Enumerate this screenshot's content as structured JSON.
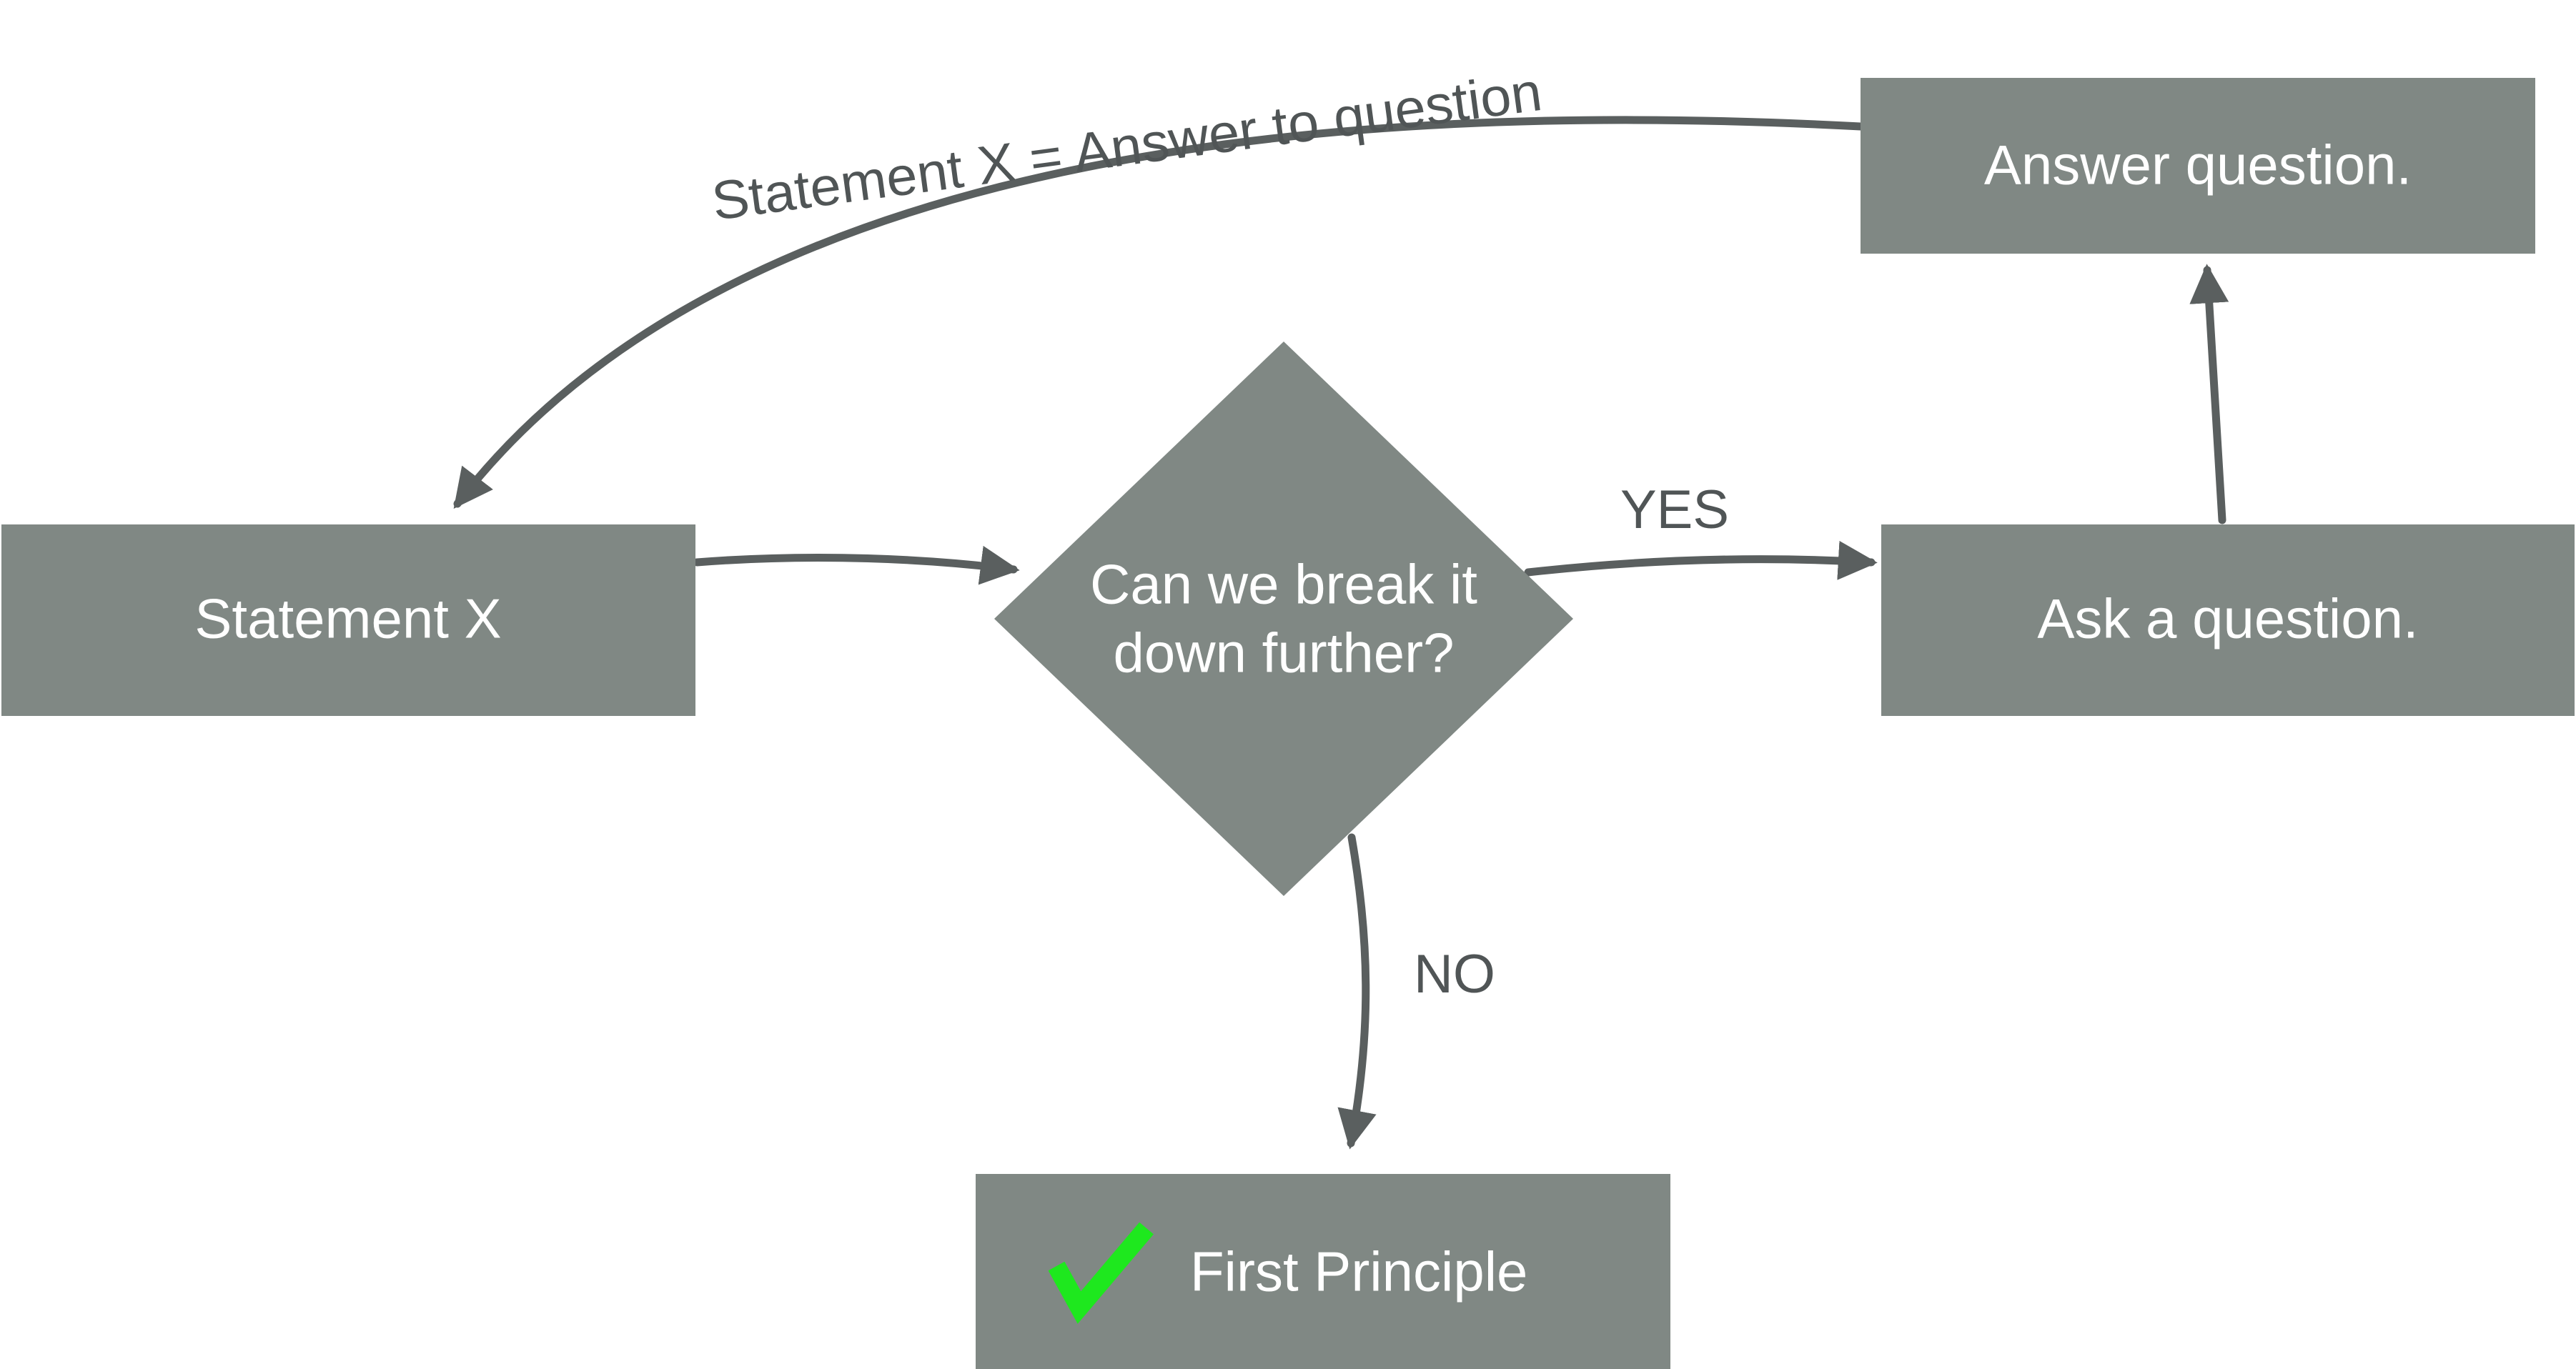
{
  "colors": {
    "node_fill": "#808884",
    "edge_stroke": "#5a5f5f",
    "label_text": "#505556",
    "node_text": "#ffffff",
    "check_icon": "#1ee81e"
  },
  "nodes": {
    "statement_x": "Statement X",
    "decision_line_1": "Can we break it",
    "decision_line_2": "down further?",
    "ask_question": "Ask a question.",
    "answer_question": "Answer question.",
    "first_principle": "First Principle"
  },
  "edges": {
    "yes_label": "YES",
    "no_label": "NO",
    "loop_label": "Statement X = Answer to question"
  },
  "icons": {
    "first_principle": "check-icon"
  }
}
